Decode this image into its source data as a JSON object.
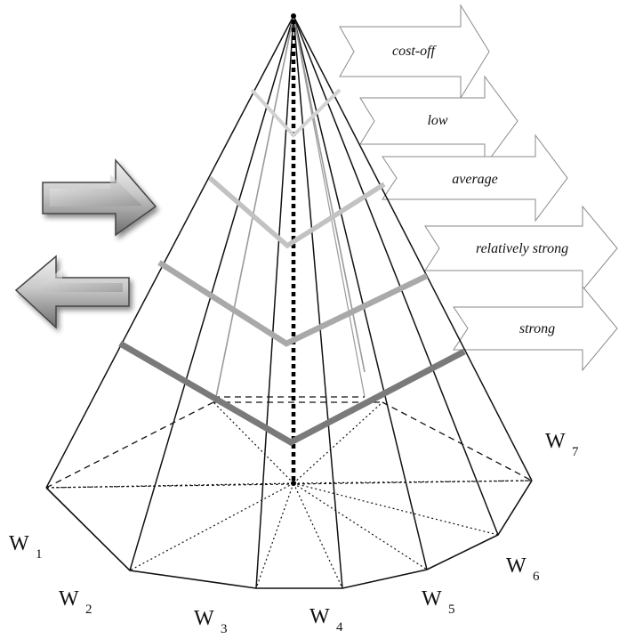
{
  "levels": [
    {
      "label": "cost-off",
      "shade": "#d2d2d2"
    },
    {
      "label": "low",
      "shade": "#cfcfcf"
    },
    {
      "label": "average",
      "shade": "#c2c2c2"
    },
    {
      "label": "relatively strong",
      "shade": "#a9a9a9"
    },
    {
      "label": "strong",
      "shade": "#7a7a7a"
    }
  ],
  "weights": [
    {
      "letter": "W",
      "sub": "1"
    },
    {
      "letter": "W",
      "sub": "2"
    },
    {
      "letter": "W",
      "sub": "3"
    },
    {
      "letter": "W",
      "sub": "4"
    },
    {
      "letter": "W",
      "sub": "5"
    },
    {
      "letter": "W",
      "sub": "6"
    },
    {
      "letter": "W",
      "sub": "7"
    }
  ],
  "icons": {
    "increase": "right-arrow-icon",
    "decrease": "left-arrow-icon"
  }
}
